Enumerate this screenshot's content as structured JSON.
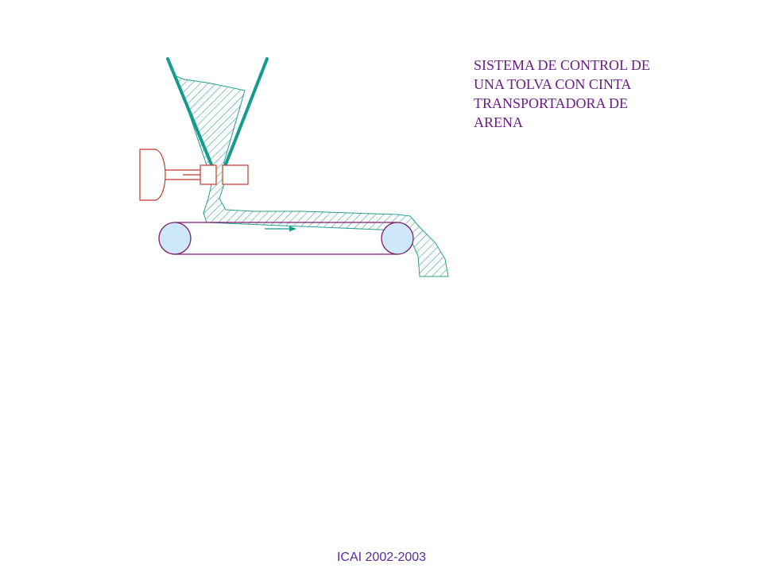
{
  "slide": {
    "title_lines": [
      "SISTEMA DE CONTROL DE",
      "UNA TOLVA CON CINTA",
      "TRANSPORTADORA DE",
      "ARENA"
    ],
    "footer": "ICAI 2002-2003"
  },
  "colors": {
    "hopper": "#159b8f",
    "sand_hatch": "#2a9d8f",
    "sand_fill": "#dff1ef",
    "valve": "#c0392b",
    "belt": "#7b1f6e",
    "roller_fill": "#cfe7fb",
    "text": "#6b1d86"
  }
}
